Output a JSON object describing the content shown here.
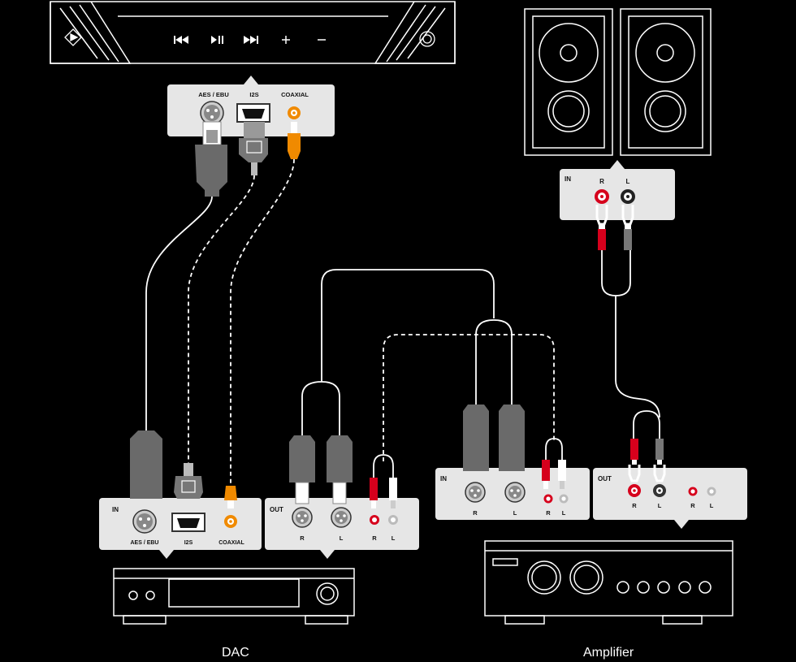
{
  "colors": {
    "background": "#000000",
    "line": "#ffffff",
    "panel": "#e6e6e6",
    "plug_dark": "#666666",
    "plug_light": "#9a9a9a",
    "coaxial": "#f08a00",
    "red": "#d6001c",
    "white": "#ffffff"
  },
  "transport": {
    "control_icons": [
      "prev-icon",
      "play-pause-icon",
      "next-icon",
      "plus-icon",
      "minus-icon"
    ],
    "logo_icon": "diamond-play-icon",
    "knob_icon": "power-knob-icon"
  },
  "transport_panel": {
    "aes_label": "AES / EBU",
    "i2s_label": "I2S",
    "coaxial_label": "COAXIAL"
  },
  "speaker_panel": {
    "in_label": "IN",
    "r_label": "R",
    "l_label": "L"
  },
  "dac_in_panel": {
    "in_label": "IN",
    "aes_label": "AES / EBU",
    "i2s_label": "I2S",
    "coaxial_label": "COAXIAL"
  },
  "dac_out_panel": {
    "out_label": "OUT",
    "xlr_r": "R",
    "xlr_l": "L",
    "rca_r": "R",
    "rca_l": "L"
  },
  "amp_in_panel": {
    "in_label": "IN",
    "xlr_r": "R",
    "xlr_l": "L",
    "rca_r": "R",
    "rca_l": "L"
  },
  "amp_out_panel": {
    "out_label": "OUT",
    "spk_r": "R",
    "spk_l": "L",
    "rca_r": "R",
    "rca_l": "L"
  },
  "captions": {
    "dac": "DAC",
    "amplifier": "Amplifier"
  }
}
